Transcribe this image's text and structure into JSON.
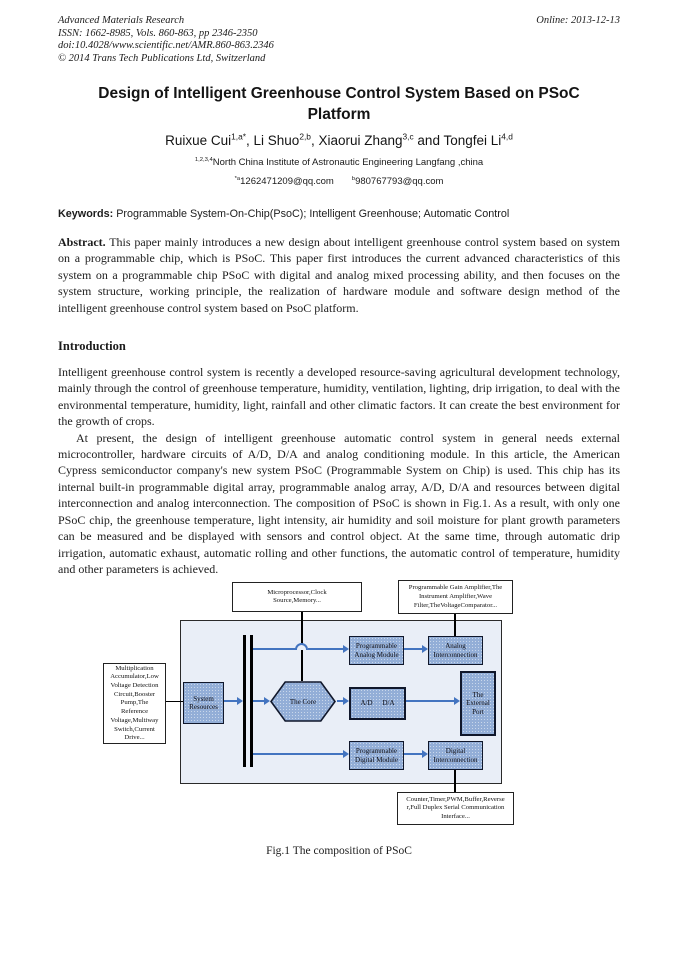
{
  "page": {
    "header": {
      "journal": "Advanced Materials Research",
      "issn": "ISSN: 1662-8985, Vols. 860-863, pp 2346-2350",
      "doi": "doi:10.4028/www.scientific.net/AMR.860-863.2346",
      "copyright": "© 2014 Trans Tech Publications Ltd, Switzerland",
      "online": "Online: 2013-12-13"
    },
    "title": "Design of Intelligent Greenhouse Control System Based on PSoC Platform",
    "authors": [
      {
        "text": "Ruixue Cui",
        "sup": "1,a*"
      },
      {
        "text": ", Li Shuo",
        "sup": "2,b"
      },
      {
        "text": ", Xiaorui Zhang",
        "sup": "3,c"
      },
      {
        "text": " and Tongfei Li",
        "sup": "4,d"
      }
    ],
    "affiliation": {
      "sup": "1,2,3,4",
      "text": "North China Institute of Astronautic Engineering Langfang ,china"
    },
    "emails": [
      {
        "sup": "*a",
        "text": "1262471209@qq.com"
      },
      {
        "sup": "b",
        "text": "980767793@qq.com"
      }
    ],
    "keywords": {
      "label": "Keywords:",
      "text": "Programmable System-On-Chip(PsoC); Intelligent Greenhouse; Automatic Control"
    },
    "abstract": {
      "label": "Abstract.",
      "text": "This paper mainly introduces a new design about intelligent greenhouse control system based on system on a programmable chip, which is PSoC. This paper first introduces the current advanced characteristics of this system on a programmable chip PSoC with digital and analog mixed processing ability, and then focuses on the system structure, working principle, the realization of hardware module and software design method of the intelligent greenhouse control system based on PsoC platform."
    },
    "introduction": {
      "heading": "Introduction",
      "para1": "Intelligent greenhouse control system is recently a developed resource-saving agricultural development technology, mainly through the control of greenhouse temperature, humidity, ventilation, lighting, drip irrigation, to deal with the environmental temperature, humidity, light, rainfall and other climatic factors. It can create the best environment for the growth of crops.",
      "para2": "At present, the design of intelligent greenhouse automatic control system in general needs external microcontroller, hardware circuits of A/D, D/A and analog conditioning module. In this article, the American Cypress semiconductor company's new system PSoC (Programmable System on Chip) is used. This chip has its internal built-in programmable digital array, programmable analog array, A/D, D/A and resources between digital interconnection and analog interconnection. The composition of PSoC is shown in Fig.1. As a result, with only one PSoC chip, the greenhouse temperature, light intensity, air humidity and soil moisture for plant growth parameters can be measured and be displayed with sensors and control object. At the same time, through automatic drip irrigation, automatic exhaust, automatic rolling and other functions, the automatic control of temperature, humidity and other parameters is achieved."
    }
  },
  "figure": {
    "caption": "Fig.1 The composition of PSoC",
    "labels": {
      "top_left": [
        "Microprocessor,Clock",
        "Source,Memory..."
      ],
      "top_right": [
        "Programmable Gain Amplifier,The",
        "Instrument Amplifier,Wave",
        "Filter,TheVoltageComparator..."
      ],
      "left": [
        "Multiplication",
        "Accumulator,Low",
        "Voltage Detection",
        "Circuit,Booster",
        "Pump,The",
        "Reference",
        "Voltage,Multiway",
        "Switch,Current",
        "Drive..."
      ],
      "bottom": [
        "Counter,Timer,PWM,Buffer,Reverse",
        "r,Full Duplex Serial Communication",
        "Interface..."
      ]
    },
    "nodes": {
      "system_resources": [
        "System",
        "Resources"
      ],
      "core": "The Core",
      "ad": "A/D",
      "da": "D/A",
      "prog_analog": [
        "Programmable",
        "Analog Module"
      ],
      "analog_interconnection": [
        "Analog",
        "Interconnection"
      ],
      "prog_digital": [
        "Programmable",
        "Digital Module"
      ],
      "digital_interconnection": [
        "Digital",
        "Interconnection"
      ],
      "external_port": [
        "The",
        "External",
        "Port"
      ]
    },
    "colors": {
      "node_fill": "#93aed7",
      "panel_fill": "#e9eef7",
      "arrow": "#4374c0",
      "line": "#000000"
    }
  }
}
